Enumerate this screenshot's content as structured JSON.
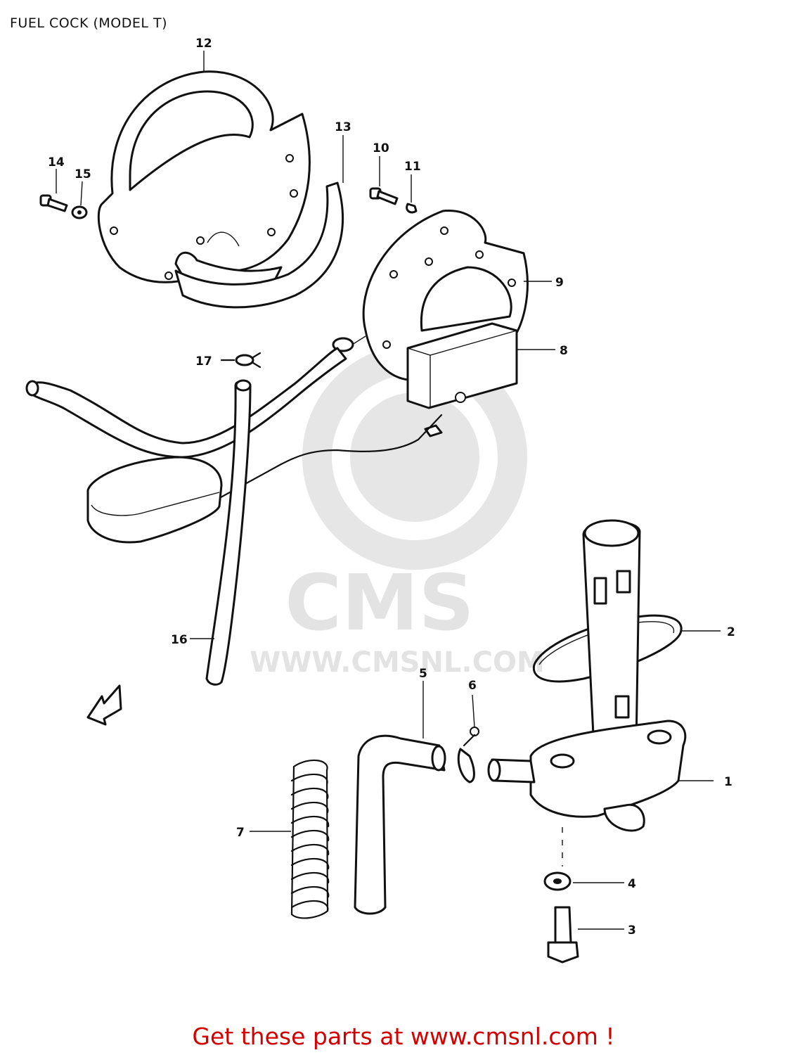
{
  "page": {
    "title": "FUEL COCK (MODEL T)",
    "footer_text": "Get these parts at www.cmsnl.com !"
  },
  "watermark": {
    "brand": "CMS",
    "url": "WWW.CMSNL.COM"
  },
  "callouts": {
    "c1": "1",
    "c2": "2",
    "c3": "3",
    "c4": "4",
    "c5": "5",
    "c6": "6",
    "c7": "7",
    "c8": "8",
    "c9": "9",
    "c10": "10",
    "c11": "11",
    "c12": "12",
    "c13": "13",
    "c14": "14",
    "c15": "15",
    "c16": "16",
    "c17": "17"
  }
}
